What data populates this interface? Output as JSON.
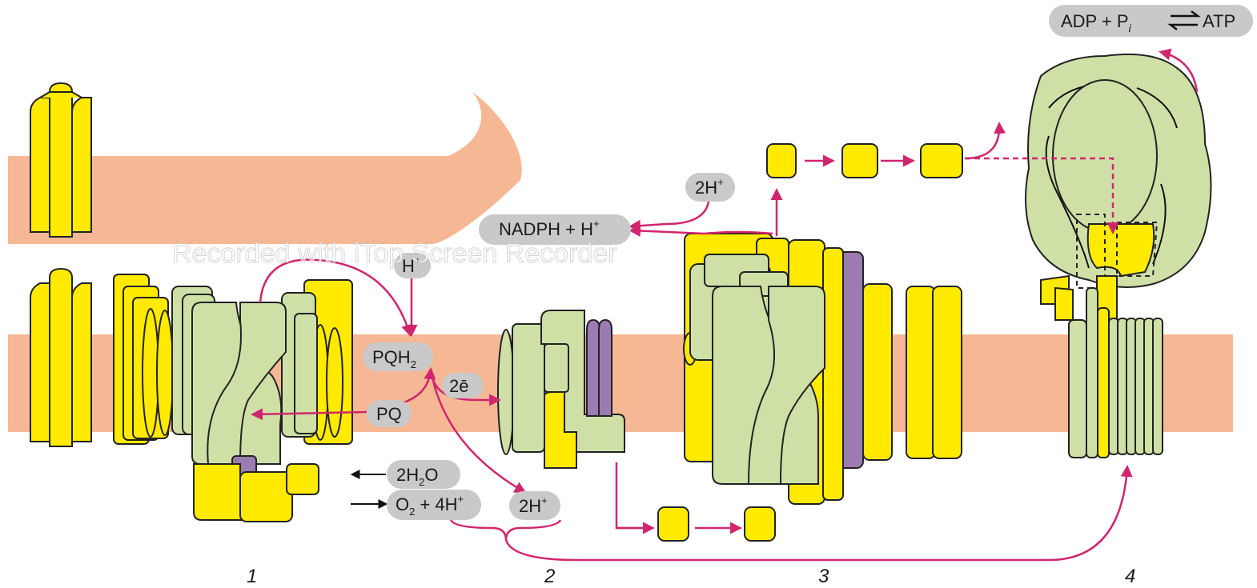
{
  "labels": {
    "nadph": "NADPH + H",
    "nadph_sup": "+",
    "twoH_top": "2H",
    "twoH_top_sup": "+",
    "h_plus": "H",
    "h_plus_sup": "+",
    "pqh2": "PQH",
    "pqh2_sub": "2",
    "pq": "PQ",
    "two_e": "2ē",
    "water": "2H",
    "water_sub": "2",
    "water_tail": "O",
    "oxygen": "O",
    "oxygen_sub": "2",
    "oxygen_tail": " + 4H",
    "oxygen_sup": "+",
    "twoH_bottom": "2H",
    "twoH_bottom_sup": "+",
    "atp_left": "ADP + P",
    "atp_sub": "i",
    "atp_right": "ATP"
  },
  "complex_numbers": [
    "1",
    "2",
    "3",
    "4"
  ],
  "watermark": "Recorded with iTop Screen Recorder",
  "colors": {
    "membrane": "#f6b894",
    "protein_yellow": "#ffea00",
    "protein_green": "#cfe0a6",
    "protein_purple": "#9b7bb0",
    "arrow_magenta": "#d0266f",
    "label_pill": "#c9c9c9"
  }
}
